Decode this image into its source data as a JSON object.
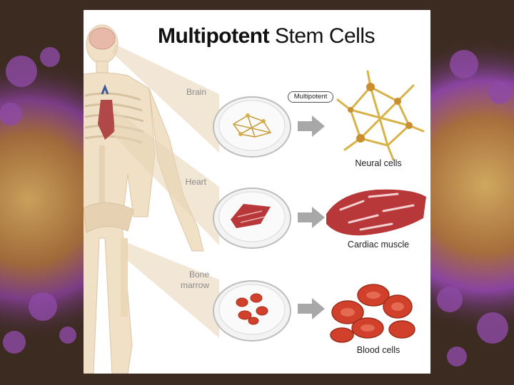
{
  "title": {
    "bold": "Multipotent",
    "rest": "Stem Cells"
  },
  "badge": "Multipotent",
  "organs": [
    {
      "id": "brain",
      "label_lines": [
        "Brain"
      ],
      "cell_label": "Neural cells"
    },
    {
      "id": "heart",
      "label_lines": [
        "Heart"
      ],
      "cell_label": "Cardiac muscle"
    },
    {
      "id": "marrow",
      "label_lines": [
        "Bone",
        "marrow"
      ],
      "cell_label": "Blood cells"
    }
  ],
  "colors": {
    "neural": "#d8b448",
    "muscle": "#b8383a",
    "blood": "#d0402a",
    "body": "#eedcc0",
    "arrow": "#a8a8a8",
    "background_purple": "#7a3a8a"
  }
}
